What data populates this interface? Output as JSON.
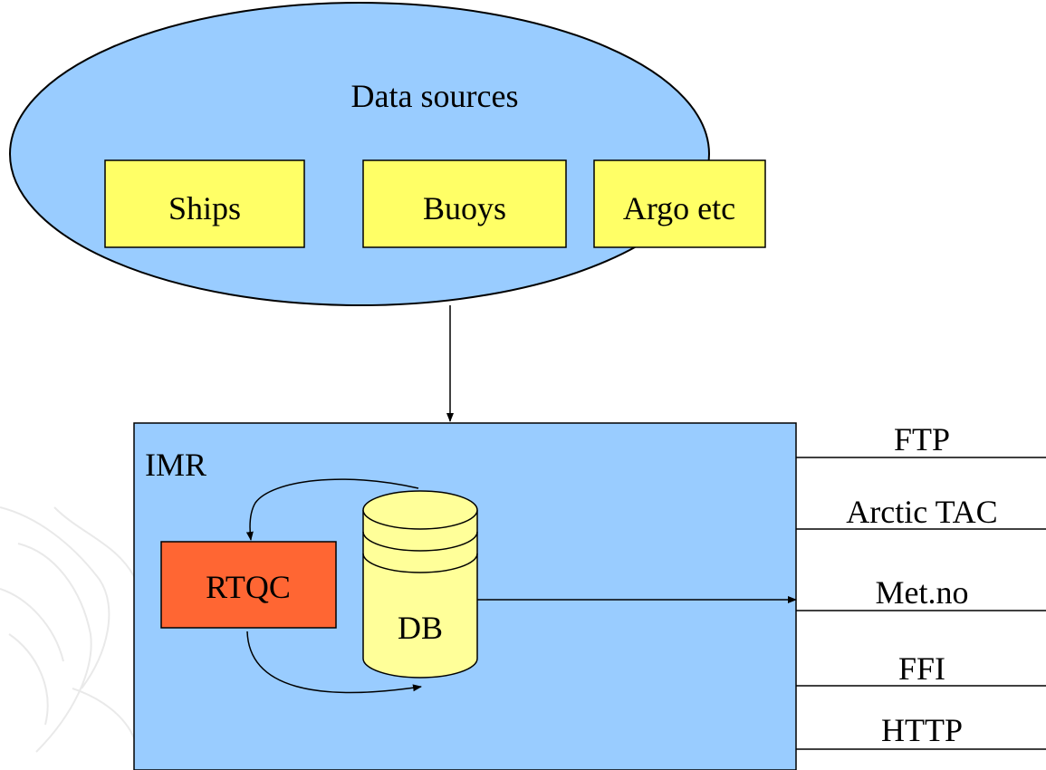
{
  "colors": {
    "ellipse_fill": "#99ccff",
    "box_fill": "#ffff66",
    "imr_fill": "#99ccff",
    "rtqc_fill": "#ff6633",
    "db_fill": "#ffff99",
    "line": "#000000"
  },
  "data_sources": {
    "title": "Data sources",
    "items": [
      {
        "label": "Ships"
      },
      {
        "label": "Buoys"
      },
      {
        "label": "Argo etc"
      }
    ]
  },
  "imr": {
    "label": "IMR",
    "rtqc_label": "RTQC",
    "db_label": "DB"
  },
  "outputs": [
    {
      "label": "FTP"
    },
    {
      "label": "Arctic TAC"
    },
    {
      "label": "Met.no"
    },
    {
      "label": "FFI"
    },
    {
      "label": "HTTP"
    }
  ]
}
